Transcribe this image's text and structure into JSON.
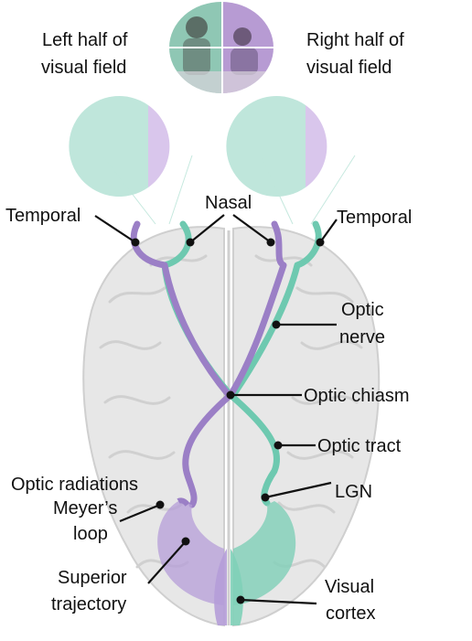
{
  "labels": {
    "left_field": [
      "Left half of",
      "visual field"
    ],
    "right_field": [
      "Right half of",
      "visual field"
    ],
    "temporal_left": "Temporal",
    "nasal": "Nasal",
    "temporal_right": "Temporal",
    "optic_nerve": [
      "Optic",
      "nerve"
    ],
    "optic_chiasm": "Optic chiasm",
    "optic_tract": "Optic tract",
    "optic_radiations": "Optic radiations",
    "lgn": "LGN",
    "meyers_loop": [
      "Meyer’s",
      "loop"
    ],
    "superior_trajectory": [
      "Superior",
      "trajectory"
    ],
    "visual_cortex": [
      "Visual",
      "cortex"
    ]
  },
  "colors": {
    "left_pathway_purple": "#9b7fc6",
    "right_pathway_teal": "#6ec9b0",
    "field_teal": "#bfe6db",
    "field_purple": "#d9c6ec",
    "brain": "#e6e6e6",
    "brain_outline": "#cfcfcf"
  }
}
